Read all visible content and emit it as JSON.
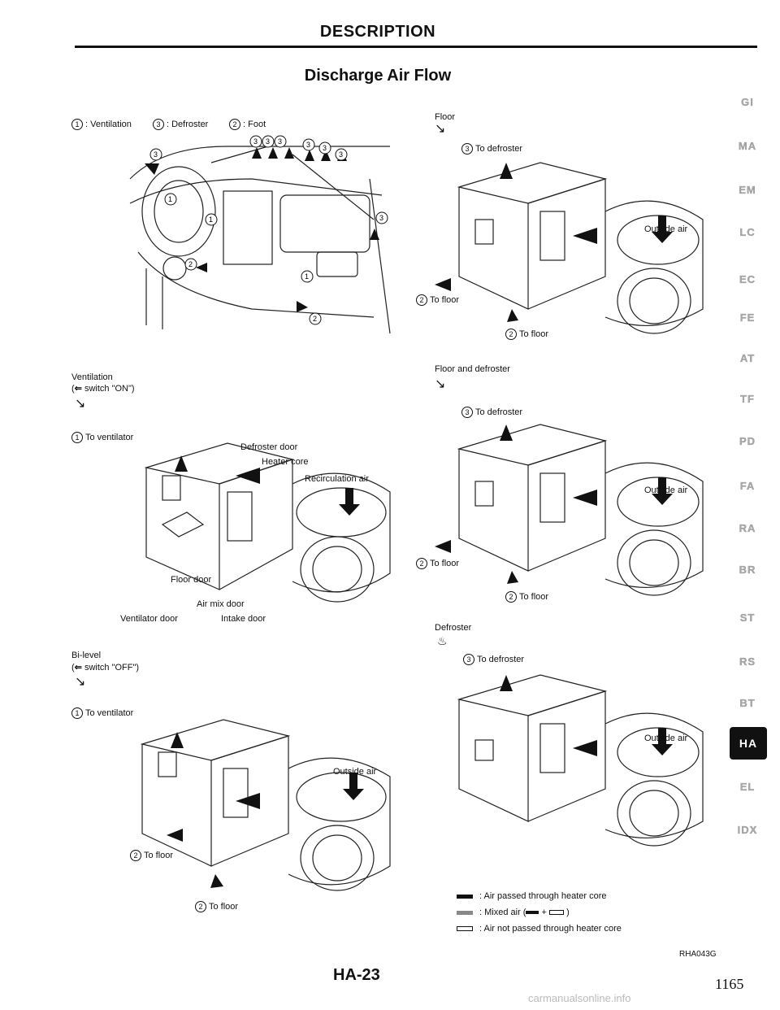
{
  "header": {
    "title": "DESCRIPTION",
    "subtitle": "Discharge Air Flow"
  },
  "legend_top": {
    "ventilation": ": Ventilation",
    "defroster": ": Defroster",
    "foot": ": Foot"
  },
  "panels": {
    "ventilation": {
      "title": "Ventilation",
      "switch": "switch \"ON\")",
      "to_ventilator": "To ventilator",
      "defroster_door": "Defroster door",
      "heater_core": "Heater core",
      "recirculation_air": "Recirculation air",
      "floor_door": "Floor door",
      "air_mix_door": "Air mix door",
      "ventilator_door": "Ventilator door",
      "intake_door": "Intake door"
    },
    "bilevel": {
      "title": "Bi-level",
      "switch": "switch \"OFF\")",
      "to_ventilator": "To ventilator",
      "outside_air": "Outside air",
      "to_floor_1": "To floor",
      "to_floor_2": "To floor"
    },
    "floor": {
      "title": "Floor",
      "to_defroster": "To defroster",
      "outside_air": "Outside air",
      "to_floor_1": "To floor",
      "to_floor_2": "To floor"
    },
    "floor_defroster": {
      "title": "Floor and defroster",
      "to_defroster": "To defroster",
      "outside_air": "Outside air",
      "to_floor_1": "To floor",
      "to_floor_2": "To floor"
    },
    "defroster": {
      "title": "Defroster",
      "to_defroster": "To defroster",
      "outside_air": "Outside air"
    }
  },
  "arrow_legend": {
    "heated": ": Air passed through heater core",
    "mixed": ": Mixed air",
    "mixed_tail": ")",
    "unheated": ": Air not passed through heater core"
  },
  "figure_code": "RHA043G",
  "page_label": "HA-23",
  "folio": "1165",
  "watermark": "carmanualsonline.info",
  "section_tabs": [
    "GI",
    "MA",
    "EM",
    "LC",
    "EC",
    "FE",
    "AT",
    "TF",
    "PD",
    "FA",
    "RA",
    "BR",
    "ST",
    "RS",
    "BT",
    "HA",
    "EL",
    "IDX"
  ],
  "active_tab": "HA"
}
